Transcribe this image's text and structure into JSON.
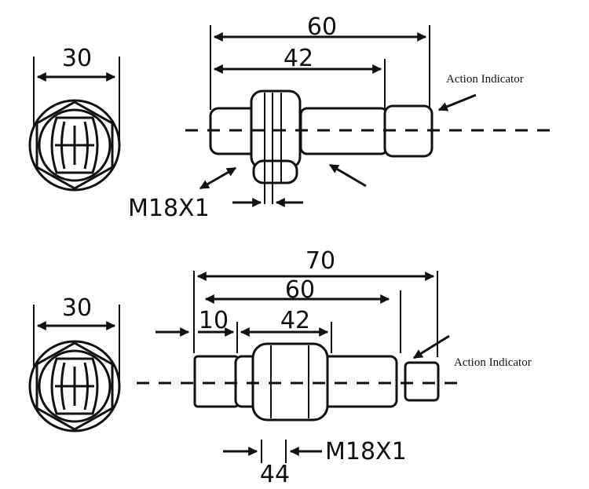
{
  "top": {
    "end_width": "30",
    "length_total": "60",
    "length_thread": "42",
    "thread_spec": "M18X1",
    "indicator_label": "Action Indicator"
  },
  "bottom": {
    "end_width": "30",
    "length_total": "70",
    "length_body": "60",
    "length_unthreaded": "10",
    "length_thread": "42",
    "nut_width": "44",
    "thread_spec": "M18X1",
    "indicator_label": "Action Indicator"
  }
}
